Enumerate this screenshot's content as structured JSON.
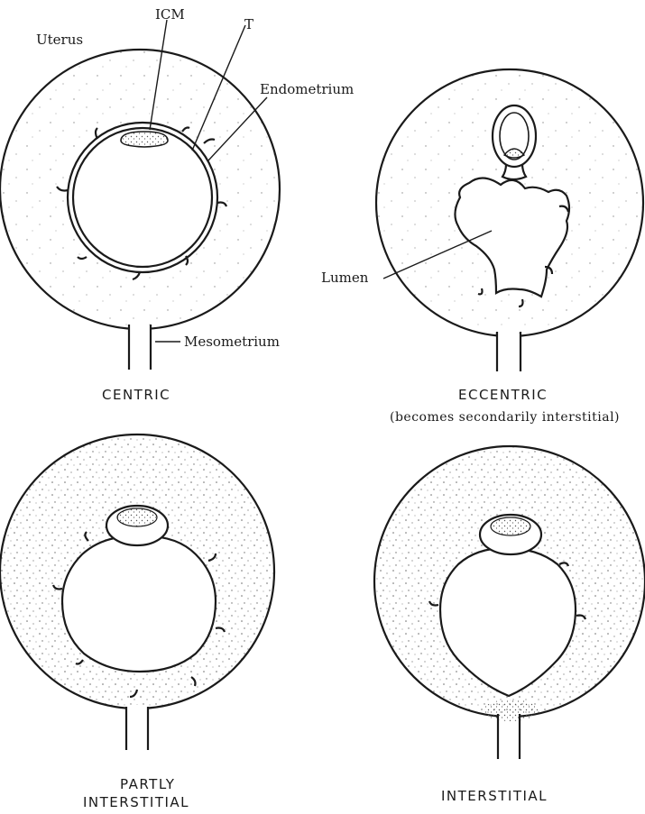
{
  "panels": {
    "centric": {
      "caption": "CENTRIC",
      "labels": {
        "uterus": "Uterus",
        "icm": "ICM",
        "t": "T",
        "endometrium": "Endometrium",
        "mesometrium": "Mesometrium"
      }
    },
    "eccentric": {
      "caption": "ECCENTRIC",
      "subcaption": "(becomes secondarily interstitial)",
      "labels": {
        "lumen": "Lumen"
      }
    },
    "partly_interstitial": {
      "caption_line1": "PARTLY",
      "caption_line2": "INTERSTITIAL"
    },
    "interstitial": {
      "caption": "INTERSTITIAL"
    }
  },
  "colors": {
    "ink": "#1a1a1a",
    "stipple": "#6b6b6b",
    "paper": "#ffffff"
  }
}
